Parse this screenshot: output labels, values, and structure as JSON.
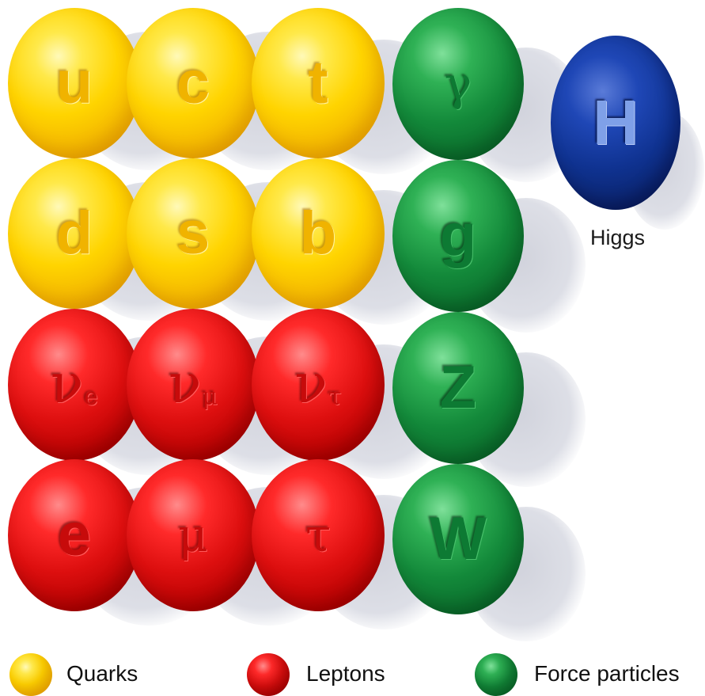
{
  "particles": {
    "quarks": [
      {
        "id": "u",
        "symbol": "u"
      },
      {
        "id": "c",
        "symbol": "c"
      },
      {
        "id": "t",
        "symbol": "t"
      },
      {
        "id": "d",
        "symbol": "d"
      },
      {
        "id": "s",
        "symbol": "s"
      },
      {
        "id": "b",
        "symbol": "b"
      }
    ],
    "leptons": [
      {
        "id": "nu-e",
        "symbol": "ν",
        "sub": "e"
      },
      {
        "id": "nu-mu",
        "symbol": "ν",
        "sub": "μ"
      },
      {
        "id": "nu-tau",
        "symbol": "ν",
        "sub": "τ"
      },
      {
        "id": "e",
        "symbol": "e"
      },
      {
        "id": "mu",
        "symbol": "μ"
      },
      {
        "id": "tau",
        "symbol": "τ"
      }
    ],
    "force": [
      {
        "id": "gamma",
        "symbol": "γ"
      },
      {
        "id": "g",
        "symbol": "g"
      },
      {
        "id": "z",
        "symbol": "Z"
      },
      {
        "id": "w",
        "symbol": "W"
      }
    ],
    "higgs": {
      "symbol": "H",
      "label": "Higgs"
    }
  },
  "legend": {
    "quarks": "Quarks",
    "leptons": "Leptons",
    "force": "Force particles"
  },
  "colors": {
    "quark": "#ffd400",
    "lepton": "#dd0f0f",
    "force": "#13893a",
    "higgs": "#0f3290"
  }
}
